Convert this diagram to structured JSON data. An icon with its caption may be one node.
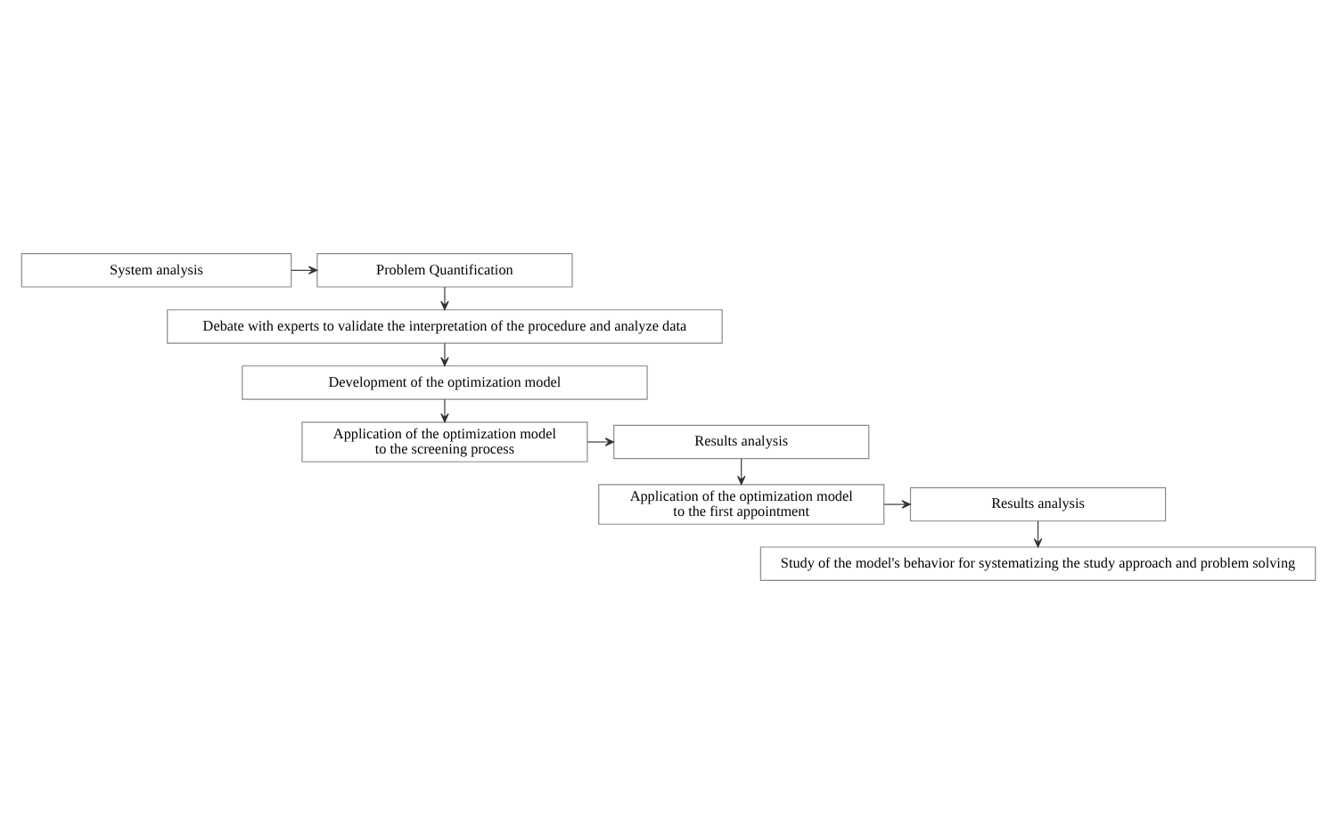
{
  "diagram": {
    "nodes": [
      {
        "text": [
          "System analysis"
        ]
      },
      {
        "text": [
          "Problem Quantification"
        ]
      },
      {
        "text": [
          "Debate with experts to validate the interpretation of the procedure and analyze data"
        ]
      },
      {
        "text": [
          "Development of the optimization model"
        ]
      },
      {
        "text": [
          "Application of the optimization model to the screening process"
        ]
      },
      {
        "text": [
          "Results analysis"
        ]
      },
      {
        "text": [
          "Application of the optimization model  to the first appointment"
        ]
      },
      {
        "text": [
          "Results analysis"
        ]
      },
      {
        "text": [
          "Study of the model's behavior for systematizing the study approach and problem solving"
        ]
      }
    ],
    "edges": [
      {
        "from": 0,
        "to": 1,
        "arrow": "to"
      },
      {
        "from": 1,
        "to": 2,
        "arrow": "to"
      },
      {
        "from": 2,
        "to": 3,
        "arrow": "to"
      },
      {
        "from": 3,
        "to": 4,
        "arrow": "to"
      },
      {
        "from": 4,
        "to": 5,
        "arrow": "to"
      },
      {
        "from": 5,
        "to": 6,
        "arrow": "to"
      },
      {
        "from": 6,
        "to": 7,
        "arrow": "to"
      },
      {
        "from": 7,
        "to": 8,
        "arrow": "to"
      }
    ]
  }
}
